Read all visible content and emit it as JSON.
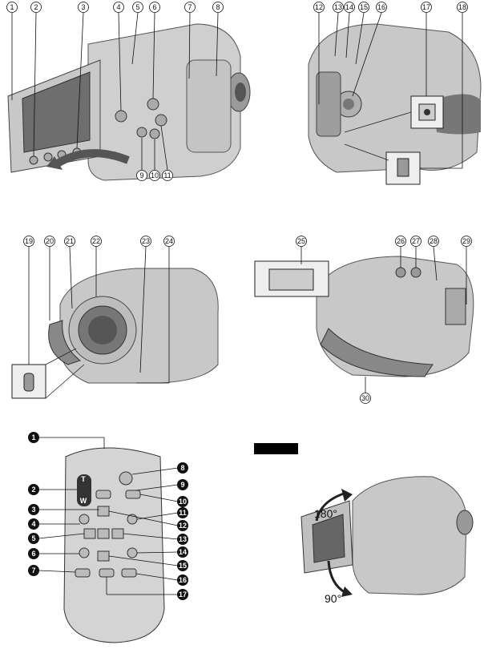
{
  "callouts_camera": [
    "1",
    "2",
    "3",
    "4",
    "5",
    "6",
    "7",
    "8",
    "9",
    "10",
    "11",
    "12",
    "13",
    "14",
    "15",
    "16",
    "17",
    "18",
    "19",
    "20",
    "21",
    "22",
    "23",
    "24",
    "25",
    "26",
    "27",
    "28",
    "29",
    "30"
  ],
  "remote_keys": [
    "1",
    "2",
    "3",
    "4",
    "5",
    "6",
    "7",
    "8",
    "9",
    "10",
    "11",
    "12",
    "13",
    "14",
    "15",
    "16",
    "17"
  ],
  "remote_button_letters": {
    "t": "T",
    "w": "W"
  },
  "note": {
    "label": ""
  },
  "angles": {
    "up": "180°",
    "down": "90°"
  },
  "colors": {
    "ink": "#111111",
    "body": "#bdbdbd",
    "body_dark": "#8a8a8a",
    "remote_badge": "#111111"
  }
}
